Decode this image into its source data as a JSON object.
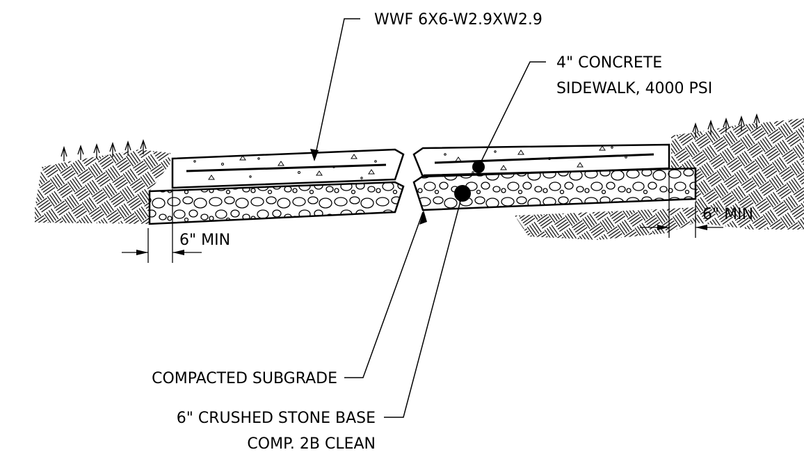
{
  "labels": {
    "wwf": "WWF 6X6-W2.9XW2.9",
    "concrete_line1": "4\" CONCRETE",
    "concrete_line2": "SIDEWALK, 4000 PSI",
    "subgrade": "COMPACTED SUBGRADE",
    "stone_line1": "6\" CRUSHED STONE BASE",
    "stone_line2": "COMP. 2B CLEAN"
  },
  "dimensions": {
    "left": "6\" MIN",
    "right": "6\" MIN"
  },
  "colors": {
    "line": "#000000",
    "background": "#ffffff"
  }
}
